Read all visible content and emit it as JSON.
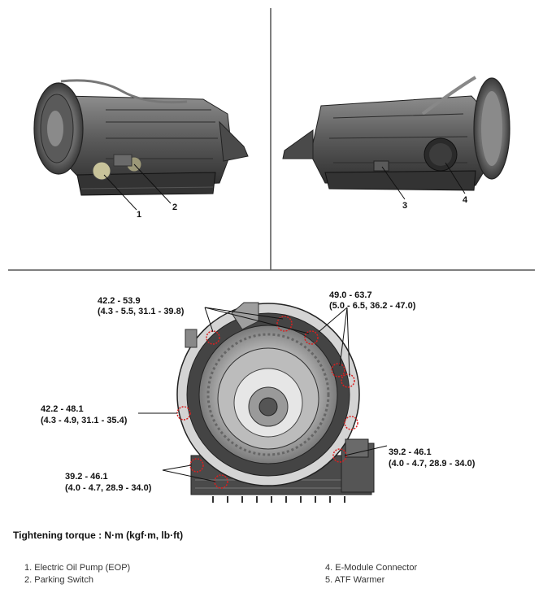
{
  "top_callouts": {
    "c1": "1",
    "c2": "2",
    "c3": "3",
    "c4": "4"
  },
  "torque_labels": {
    "top_left": [
      "42.2 - 53.9",
      "(4.3 - 5.5, 31.1 - 39.8)"
    ],
    "top_right": [
      "49.0 - 63.7",
      "(5.0 - 6.5, 36.2 - 47.0)"
    ],
    "mid_left": [
      "42.2 - 48.1",
      "(4.3 - 4.9, 31.1 - 35.4)"
    ],
    "right": [
      "39.2 - 46.1",
      "(4.0 - 4.7, 28.9 - 34.0)"
    ],
    "bottom_left": [
      "39.2 - 46.1",
      "(4.0 - 4.7, 28.9 - 34.0)"
    ]
  },
  "tightening_torque_title": "Tightening torque : N·m (kgf·m, lb·ft)",
  "legend_left": [
    "1. Electric Oil Pump (EOP)",
    "2. Parking Switch"
  ],
  "legend_right": [
    "4. E-Module Connector",
    "5. ATF Warmer"
  ],
  "colors": {
    "bolt_highlight": "#d92020",
    "housing_dark": "#3a3a3a",
    "housing_light": "#b8b8b8",
    "divider": "#555555"
  }
}
